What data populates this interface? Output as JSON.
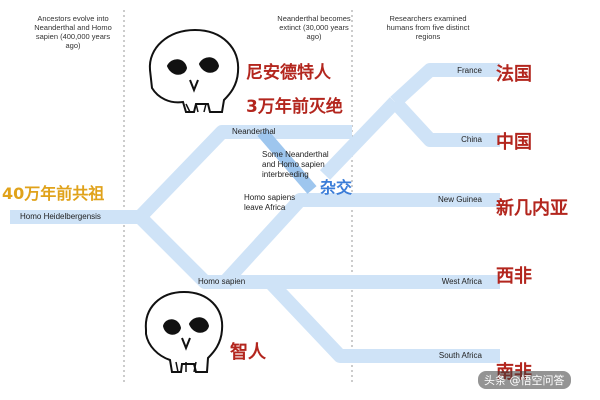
{
  "headers": {
    "left": "Ancestors evolve into Neanderthal and Homo sapien (400,000 years ago)",
    "middle": "Neanderthal becomes extinct (30,000 years ago)",
    "right": "Researchers examined humans from five distinct regions"
  },
  "branches": {
    "ancestor": "Homo Heidelbergensis",
    "neanderthal": "Neanderthal",
    "interbreeding": "Some Neanderthal and Homo sapien interbreeding",
    "leave_africa": "Homo sapiens leave Africa",
    "homo_sapien": "Homo sapien"
  },
  "regions": [
    {
      "en": "France",
      "cn": "法国"
    },
    {
      "en": "China",
      "cn": "中国"
    },
    {
      "en": "New Guinea",
      "cn": "新几内亚"
    },
    {
      "en": "West Africa",
      "cn": "西非"
    },
    {
      "en": "South Africa",
      "cn": "南非"
    }
  ],
  "annotations": {
    "neanderthal_cn_1": "尼安德特人",
    "neanderthal_cn_2": "3万年前灭绝",
    "ancestor_cn": "40万年前共祖",
    "interbreeding_cn": "杂交",
    "sapien_cn": "智人"
  },
  "watermark": "头条 @悟空问答",
  "colors": {
    "branch": "#cfe3f7",
    "chinese_red": "#b3261e",
    "chinese_gold": "#e0a21a",
    "chinese_blue": "#3b7dd8"
  }
}
